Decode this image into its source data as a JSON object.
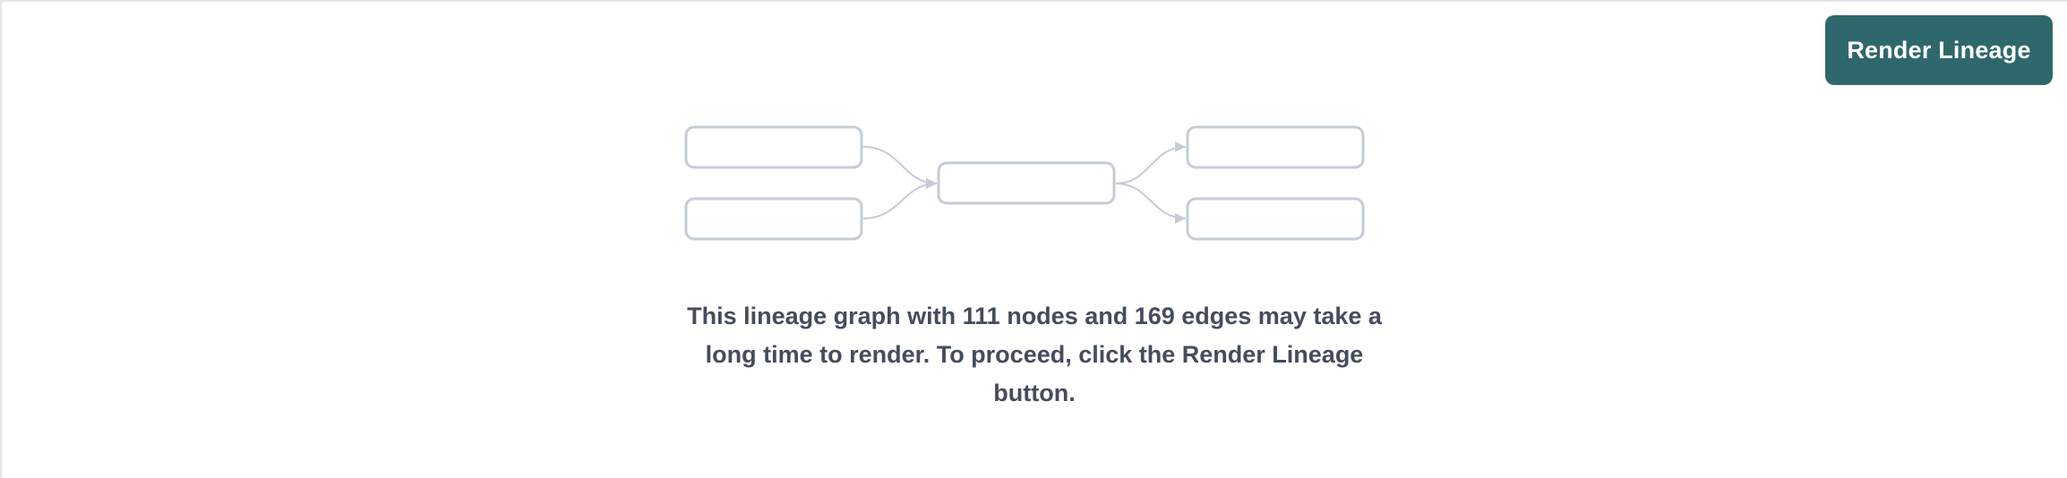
{
  "panel": {
    "background_color": "#ffffff",
    "border_color": "#e3e5e9"
  },
  "toolbar": {
    "render_button_label": "Render Lineage",
    "render_button_color": "#2f686c",
    "render_button_text_color": "#ffffff"
  },
  "placeholder_graph": {
    "node_border_color": "#c5ccd5",
    "edge_color": "#c5ccd5",
    "node_count": 5,
    "edge_count": 4,
    "nodes": [
      {
        "id": "source-1",
        "label": "",
        "column": "left",
        "row": "top"
      },
      {
        "id": "source-2",
        "label": "",
        "column": "left",
        "row": "bottom"
      },
      {
        "id": "center-1",
        "label": "",
        "column": "center",
        "row": "middle"
      },
      {
        "id": "target-1",
        "label": "",
        "column": "right",
        "row": "top"
      },
      {
        "id": "target-2",
        "label": "",
        "column": "right",
        "row": "bottom"
      }
    ],
    "edges": [
      {
        "from": "source-1",
        "to": "center-1"
      },
      {
        "from": "source-2",
        "to": "center-1"
      },
      {
        "from": "center-1",
        "to": "target-1"
      },
      {
        "from": "center-1",
        "to": "target-2"
      }
    ]
  },
  "message": {
    "text": "This lineage graph with 111 nodes and 169 edges may take a long time to render. To proceed, click the Render Lineage button.",
    "node_count": "111",
    "edge_count": "169",
    "text_color": "#454c5e"
  }
}
